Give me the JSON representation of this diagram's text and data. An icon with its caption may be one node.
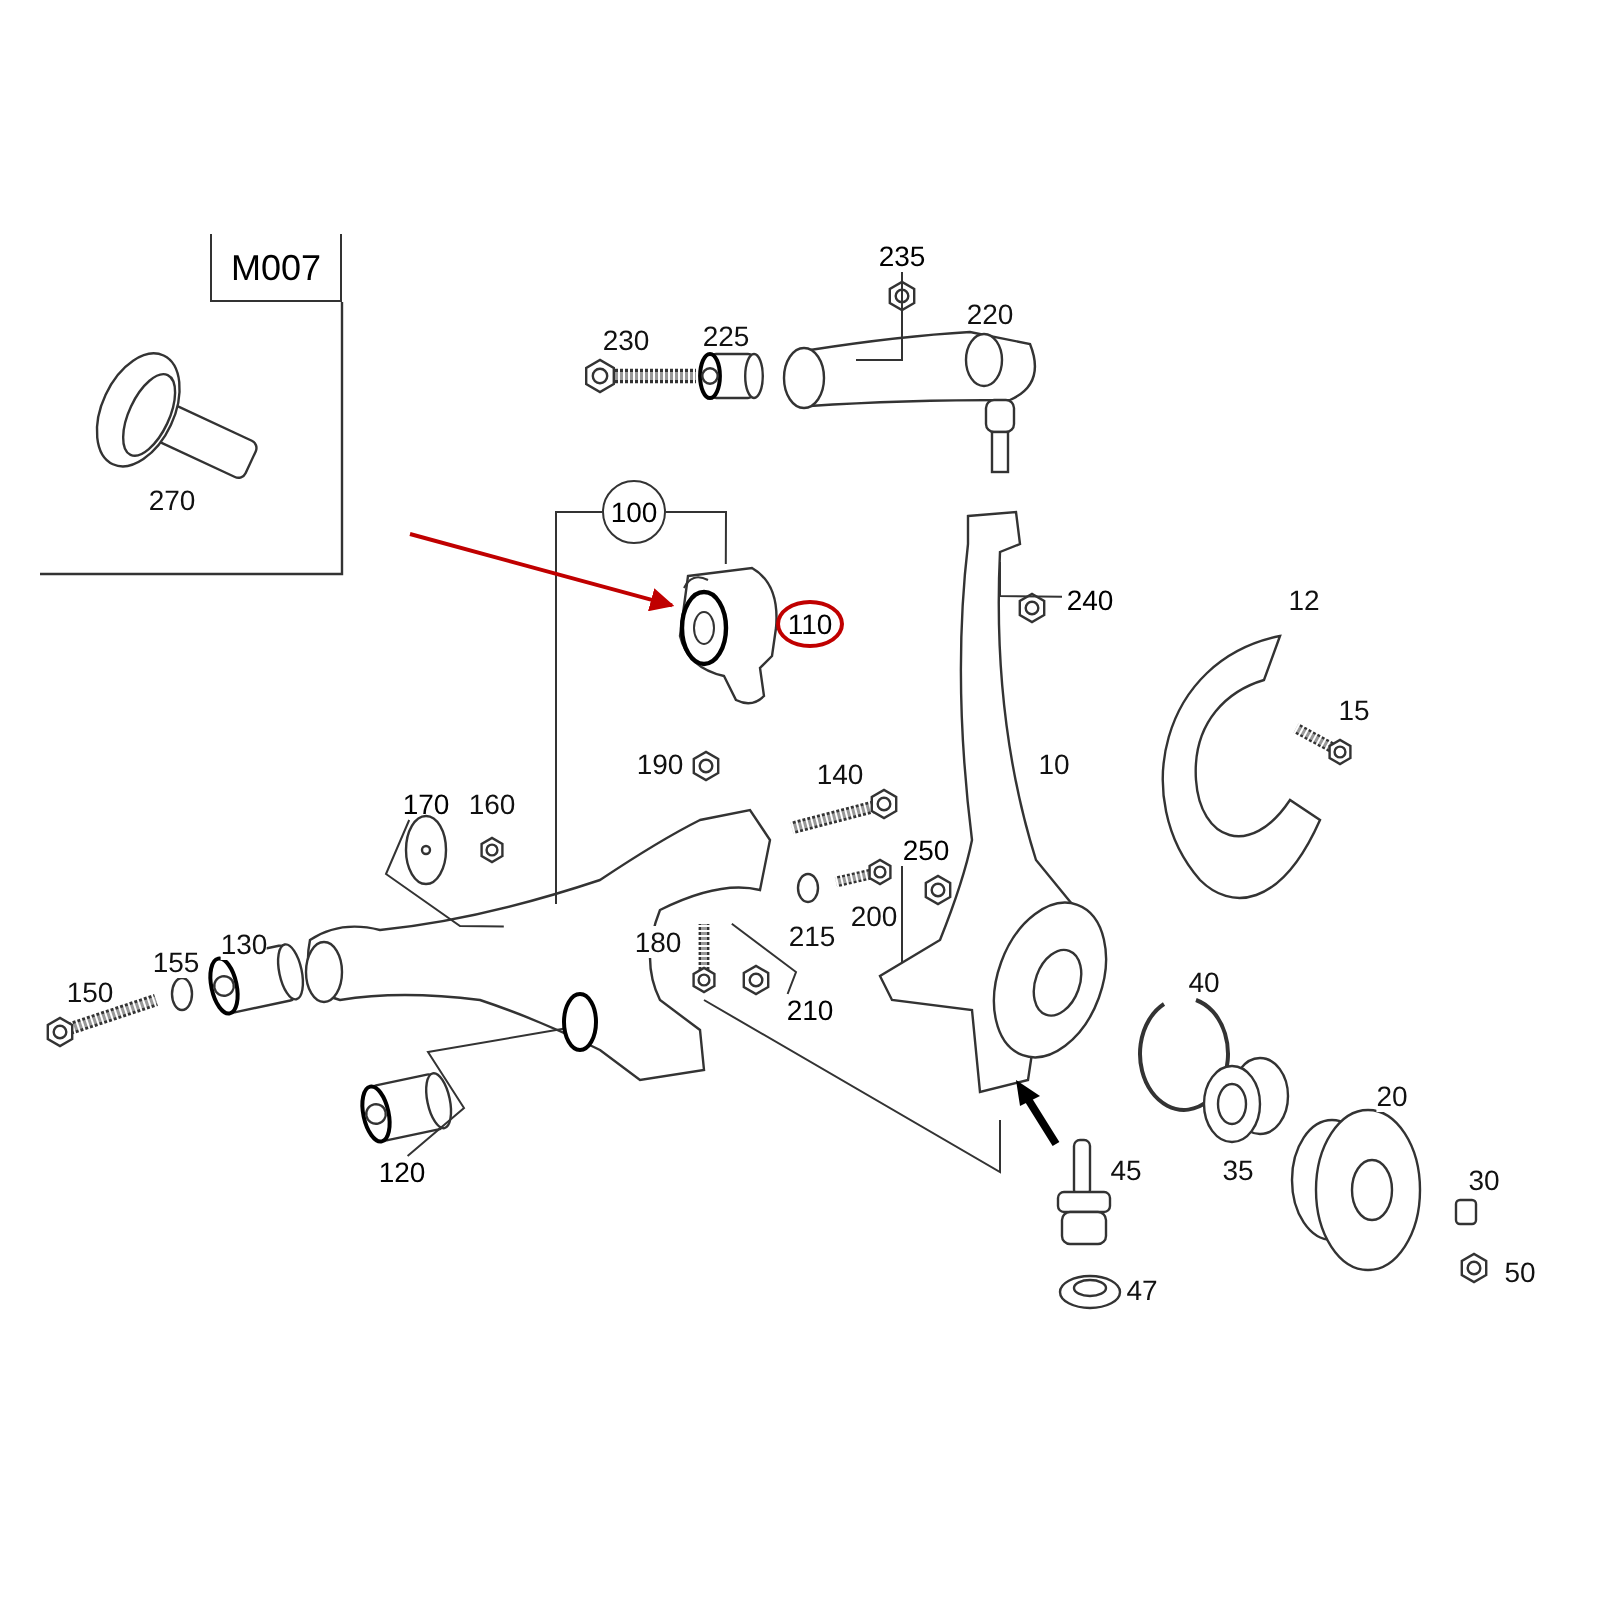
{
  "diagram": {
    "nodes": [
      {
        "text": [
          "M007"
        ]
      },
      {
        "text": [
          "235"
        ]
      },
      {
        "text": [
          "100"
        ]
      },
      {
        "text": [],
        "shape": "picture"
      },
      {
        "text": [
          "110"
        ]
      },
      {
        "text": [
          "240"
        ]
      },
      {
        "text": [
          "170"
        ]
      },
      {
        "text": [
          "250"
        ]
      },
      {
        "text": [
          "210"
        ]
      },
      {
        "text": [
          "120"
        ]
      },
      {
        "text": [],
        "shape": "picture"
      }
    ],
    "edges": [
      {
        "from": 1,
        "to": null,
        "arrow": "none"
      },
      {
        "from": 2,
        "to": 10,
        "arrow": "none"
      },
      {
        "from": 2,
        "to": 3,
        "arrow": "none"
      },
      {
        "from": null,
        "to": 3,
        "arrow": "to",
        "color": "#c00000"
      },
      {
        "from": 5,
        "to": null,
        "arrow": "none"
      },
      {
        "from": 6,
        "to": 10,
        "arrow": "none"
      },
      {
        "from": 7,
        "to": null,
        "arrow": "none"
      },
      {
        "from": 8,
        "to": 10,
        "arrow": "none"
      },
      {
        "from": 9,
        "to": 10,
        "arrow": "none"
      }
    ],
    "labels": [
      "220",
      "230",
      "225",
      "270",
      "12",
      "15",
      "190",
      "140",
      "10",
      "160",
      "200",
      "215",
      "180",
      "130",
      "155",
      "40",
      "150",
      "20",
      "35",
      "45",
      "30",
      "50",
      "47"
    ]
  }
}
